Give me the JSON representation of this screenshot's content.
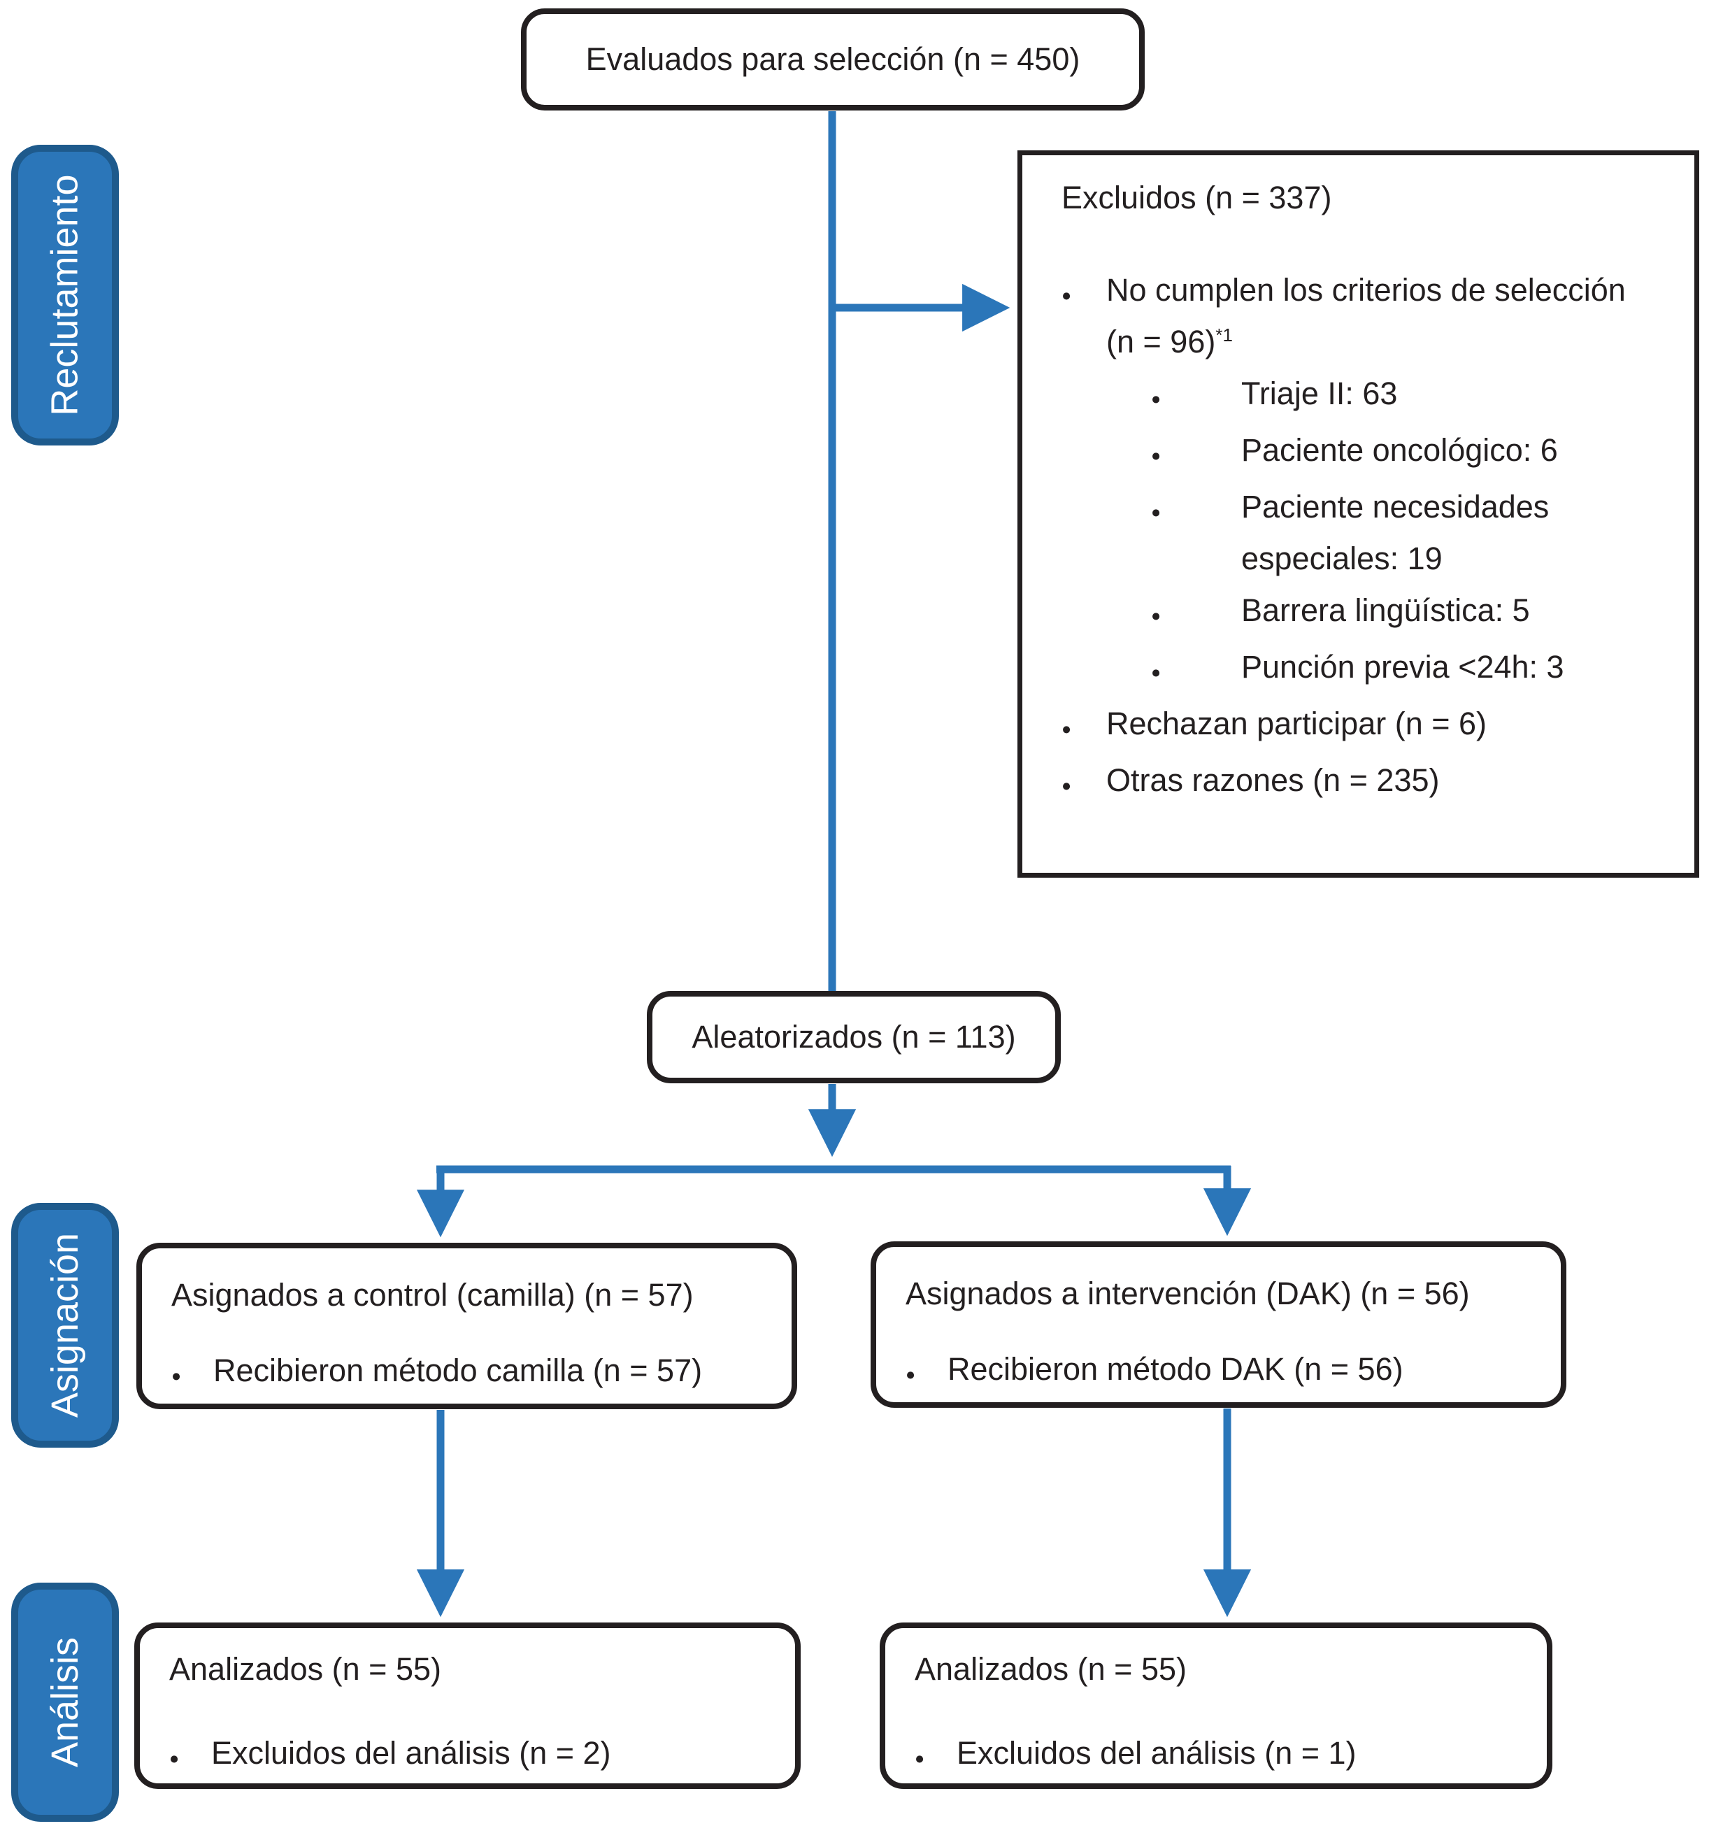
{
  "palette": {
    "line_blue": "#2B76B9",
    "stage_fill": "#2B76B9",
    "stage_border": "#1E5A8C",
    "stage_text": "#FFFFFF",
    "box_border": "#231F20",
    "text_color": "#231F20"
  },
  "stages": [
    {
      "label": "Reclutamiento"
    },
    {
      "label": "Asignación"
    },
    {
      "label": "Análisis"
    }
  ],
  "boxes": {
    "assessed": {
      "text": "Evaluados para selección (n = 450)"
    },
    "excluded": {
      "title": "Excluidos (n = 337)",
      "reason_criteria": "No cumplen los criterios de selección (n = 96)",
      "reason_criteria_note": "*1",
      "criteria_details": [
        "Triaje II: 63",
        "Paciente oncológico: 6",
        "Paciente necesidades especiales: 19",
        "Barrera lingüística: 5",
        "Punción previa <24h: 3"
      ],
      "reason_refused": "Rechazan participar (n = 6)",
      "reason_other": "Otras razones (n = 235)"
    },
    "randomized": {
      "text": "Aleatorizados (n = 113)"
    },
    "control": {
      "title": "Asignados a control (camilla) (n = 57)",
      "detail": "Recibieron método camilla (n = 57)"
    },
    "intervention": {
      "title": "Asignados a intervención (DAK) (n = 56)",
      "detail": "Recibieron método DAK (n = 56)"
    },
    "analyzed_control": {
      "title": "Analizados (n = 55)",
      "detail": "Excluidos del análisis (n = 2)"
    },
    "analyzed_intervention": {
      "title": "Analizados (n = 55)",
      "detail": "Excluidos del análisis (n = 1)"
    }
  }
}
